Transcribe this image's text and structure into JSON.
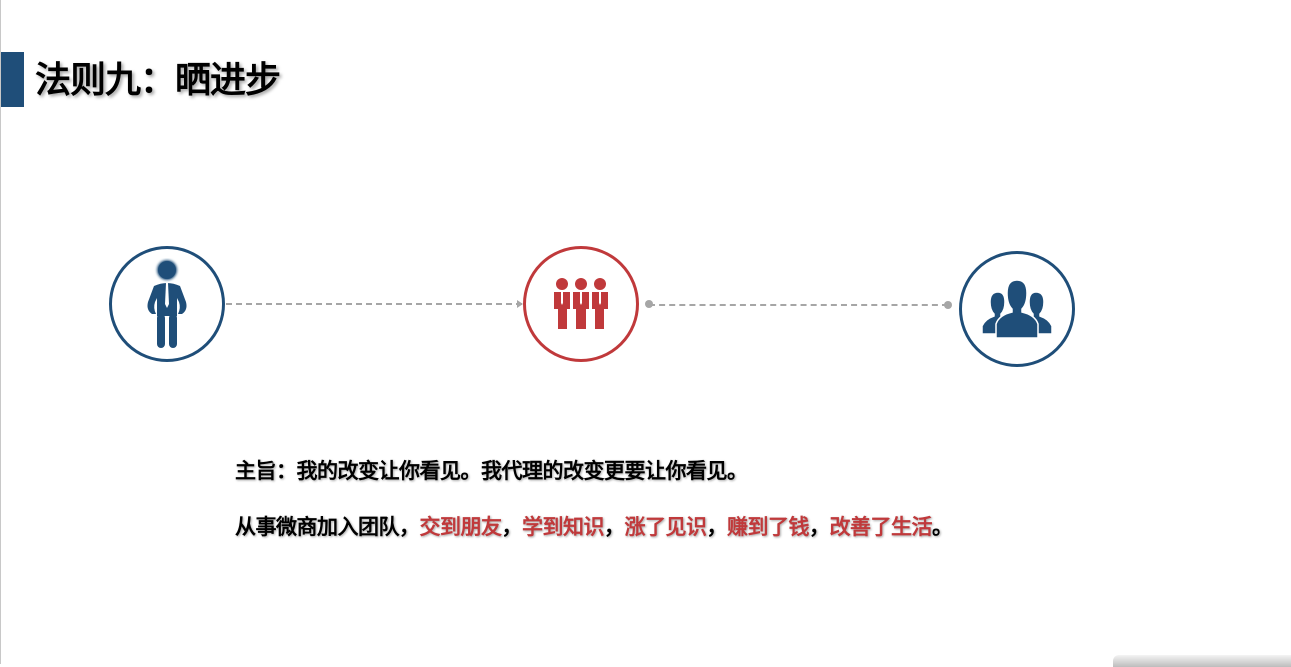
{
  "slide": {
    "title": "法则九：晒进步",
    "colors": {
      "accent_blue": "#1f4e79",
      "accent_red": "#c0393b",
      "connector_gray": "#a6a6a6"
    },
    "timeline": {
      "nodes": [
        {
          "icon": "person-icon",
          "color": "#1f4e79"
        },
        {
          "icon": "team-of-three-icon",
          "color": "#c0393b"
        },
        {
          "icon": "group-users-icon",
          "color": "#1f4e79"
        }
      ]
    },
    "theme_line": "主旨：我的改变让你看见。我代理的改变更要让你看见。",
    "body_line": {
      "prefix": "从事微商加入团队，",
      "items": [
        {
          "text": "交到朋友",
          "sep": "，"
        },
        {
          "text": "学到知识",
          "sep": "，"
        },
        {
          "text": "涨了见识",
          "sep": "，"
        },
        {
          "text": "赚到了钱",
          "sep": "，"
        },
        {
          "text": "改善了生活",
          "sep": "。"
        }
      ]
    }
  }
}
